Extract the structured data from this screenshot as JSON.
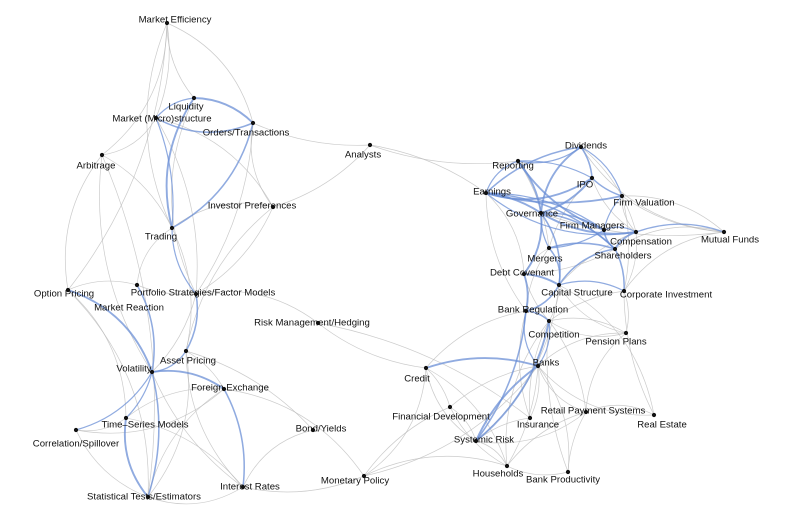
{
  "graph": {
    "nodes": [
      {
        "id": "me",
        "label": "Market Efficiency"
      },
      {
        "id": "liq",
        "label": "Liquidity"
      },
      {
        "id": "mms",
        "label": "Market (Micro)structure"
      },
      {
        "id": "ot",
        "label": "Orders/Transactions"
      },
      {
        "id": "arb",
        "label": "Arbitrage"
      },
      {
        "id": "ip",
        "label": "Investor Preferences"
      },
      {
        "id": "tr",
        "label": "Trading"
      },
      {
        "id": "op",
        "label": "Option Pricing"
      },
      {
        "id": "psfm",
        "label": "Portfolio Strategies/Factor Models"
      },
      {
        "id": "mr",
        "label": "Market Reaction"
      },
      {
        "id": "rmh",
        "label": "Risk Management/Hedging"
      },
      {
        "id": "ap",
        "label": "Asset Pricing"
      },
      {
        "id": "vol",
        "label": "Volatility"
      },
      {
        "id": "fx",
        "label": "Foreign Exchange"
      },
      {
        "id": "tsm",
        "label": "Time–Series Models"
      },
      {
        "id": "cs",
        "label": "Correlation/Spillover"
      },
      {
        "id": "by",
        "label": "Bond/Yields"
      },
      {
        "id": "ste",
        "label": "Statistical Tests/Estimators"
      },
      {
        "id": "ir",
        "label": "Interest Rates"
      },
      {
        "id": "mp",
        "label": "Monetary Policy"
      },
      {
        "id": "an",
        "label": "Analysts"
      },
      {
        "id": "cr",
        "label": "Credit"
      },
      {
        "id": "fd",
        "label": "Financial Development"
      },
      {
        "id": "sr",
        "label": "Systemic Risk"
      },
      {
        "id": "hh",
        "label": "Households"
      },
      {
        "id": "ins",
        "label": "Insurance"
      },
      {
        "id": "bp",
        "label": "Bank Productivity"
      },
      {
        "id": "rps",
        "label": "Retail Payment Systems"
      },
      {
        "id": "re",
        "label": "Real Estate"
      },
      {
        "id": "bk",
        "label": "Banks"
      },
      {
        "id": "pp",
        "label": "Pension Plans"
      },
      {
        "id": "comp",
        "label": "Competition"
      },
      {
        "id": "br",
        "label": "Bank Regulation"
      },
      {
        "id": "capst",
        "label": "Capital Structure"
      },
      {
        "id": "ci",
        "label": "Corporate Investment"
      },
      {
        "id": "dc",
        "label": "Debt Covenant"
      },
      {
        "id": "mrg",
        "label": "Mergers"
      },
      {
        "id": "sh",
        "label": "Shareholders"
      },
      {
        "id": "cmp",
        "label": "Compensation"
      },
      {
        "id": "mf",
        "label": "Mutual Funds"
      },
      {
        "id": "fm",
        "label": "Firm Managers"
      },
      {
        "id": "gov",
        "label": "Governance"
      },
      {
        "id": "fv",
        "label": "Firm Valuation"
      },
      {
        "id": "ipo",
        "label": "IPO"
      },
      {
        "id": "earn",
        "label": "Earnings"
      },
      {
        "id": "rep",
        "label": "Reporting"
      },
      {
        "id": "div",
        "label": "Dividends"
      }
    ],
    "edges_strong": [
      [
        "mms",
        "liq"
      ],
      [
        "mms",
        "ot"
      ],
      [
        "liq",
        "ot"
      ],
      [
        "mms",
        "tr"
      ],
      [
        "ot",
        "tr"
      ],
      [
        "liq",
        "tr"
      ],
      [
        "tr",
        "psfm"
      ],
      [
        "psfm",
        "ap"
      ],
      [
        "vol",
        "op"
      ],
      [
        "vol",
        "tsm"
      ],
      [
        "vol",
        "ste"
      ],
      [
        "vol",
        "fx"
      ],
      [
        "vol",
        "cs"
      ],
      [
        "fx",
        "ir"
      ],
      [
        "tsm",
        "ste"
      ],
      [
        "vol",
        "ap"
      ],
      [
        "vol",
        "mr"
      ],
      [
        "bk",
        "sr"
      ],
      [
        "bk",
        "br"
      ],
      [
        "br",
        "comp"
      ],
      [
        "bk",
        "cr"
      ],
      [
        "bk",
        "comp"
      ],
      [
        "br",
        "sr"
      ],
      [
        "sr",
        "comp"
      ],
      [
        "gov",
        "fm"
      ],
      [
        "gov",
        "sh"
      ],
      [
        "gov",
        "cmp"
      ],
      [
        "fm",
        "cmp"
      ],
      [
        "fm",
        "sh"
      ],
      [
        "sh",
        "cmp"
      ],
      [
        "earn",
        "rep"
      ],
      [
        "earn",
        "div"
      ],
      [
        "earn",
        "fv"
      ],
      [
        "rep",
        "div"
      ],
      [
        "ipo",
        "fv"
      ],
      [
        "gov",
        "earn"
      ],
      [
        "gov",
        "mrg"
      ],
      [
        "mrg",
        "sh"
      ],
      [
        "capst",
        "dc"
      ],
      [
        "capst",
        "ci"
      ],
      [
        "gov",
        "capst"
      ],
      [
        "earn",
        "ipo"
      ],
      [
        "rep",
        "ipo"
      ],
      [
        "div",
        "ipo"
      ],
      [
        "gov",
        "div"
      ],
      [
        "fm",
        "fv"
      ],
      [
        "sh",
        "ci"
      ],
      [
        "gov",
        "ipo"
      ],
      [
        "fm",
        "mrg"
      ],
      [
        "capst",
        "br"
      ],
      [
        "dc",
        "br"
      ],
      [
        "earn",
        "fm"
      ],
      [
        "earn",
        "sh"
      ],
      [
        "rep",
        "fm"
      ],
      [
        "div",
        "fv"
      ],
      [
        "sh",
        "capst"
      ],
      [
        "gov",
        "dc"
      ],
      [
        "cmp",
        "mf"
      ],
      [
        "mrg",
        "capst"
      ],
      [
        "rep",
        "gov"
      ],
      [
        "earn",
        "cmp"
      ]
    ],
    "edges_weak": [
      [
        "me",
        "mms"
      ],
      [
        "me",
        "arb"
      ],
      [
        "me",
        "ot"
      ],
      [
        "me",
        "tr"
      ],
      [
        "me",
        "liq"
      ],
      [
        "arb",
        "mms"
      ],
      [
        "arb",
        "tr"
      ],
      [
        "arb",
        "op"
      ],
      [
        "arb",
        "ste"
      ],
      [
        "tr",
        "ip"
      ],
      [
        "ip",
        "an"
      ],
      [
        "ot",
        "an"
      ],
      [
        "an",
        "earn"
      ],
      [
        "an",
        "rep"
      ],
      [
        "ip",
        "psfm"
      ],
      [
        "ip",
        "ap"
      ],
      [
        "ip",
        "mms"
      ],
      [
        "ot",
        "psfm"
      ],
      [
        "psfm",
        "mr"
      ],
      [
        "psfm",
        "rmh"
      ],
      [
        "psfm",
        "vol"
      ],
      [
        "mr",
        "op"
      ],
      [
        "mr",
        "tr"
      ],
      [
        "op",
        "tsm"
      ],
      [
        "op",
        "ste"
      ],
      [
        "ap",
        "fx"
      ],
      [
        "ap",
        "ir"
      ],
      [
        "ap",
        "ste"
      ],
      [
        "fx",
        "tsm"
      ],
      [
        "fx",
        "ste"
      ],
      [
        "fx",
        "mp"
      ],
      [
        "by",
        "ir"
      ],
      [
        "by",
        "ap"
      ],
      [
        "ir",
        "mp"
      ],
      [
        "ir",
        "ste"
      ],
      [
        "cs",
        "tsm"
      ],
      [
        "cs",
        "ste"
      ],
      [
        "cs",
        "fx"
      ],
      [
        "mp",
        "cr"
      ],
      [
        "mp",
        "bk"
      ],
      [
        "mp",
        "hh"
      ],
      [
        "mp",
        "fd"
      ],
      [
        "rmh",
        "cr"
      ],
      [
        "rmh",
        "ins"
      ],
      [
        "cr",
        "fd"
      ],
      [
        "cr",
        "sr"
      ],
      [
        "cr",
        "br"
      ],
      [
        "fd",
        "sr"
      ],
      [
        "fd",
        "bk"
      ],
      [
        "fd",
        "hh"
      ],
      [
        "sr",
        "hh"
      ],
      [
        "sr",
        "ins"
      ],
      [
        "hh",
        "bp"
      ],
      [
        "hh",
        "rps"
      ],
      [
        "bk",
        "bp"
      ],
      [
        "bk",
        "rps"
      ],
      [
        "bk",
        "ins"
      ],
      [
        "bk",
        "pp"
      ],
      [
        "bk",
        "re"
      ],
      [
        "bp",
        "comp"
      ],
      [
        "bp",
        "rps"
      ],
      [
        "rps",
        "pp"
      ],
      [
        "pp",
        "ci"
      ],
      [
        "pp",
        "comp"
      ],
      [
        "re",
        "ci"
      ],
      [
        "re",
        "capst"
      ],
      [
        "comp",
        "capst"
      ],
      [
        "comp",
        "ci"
      ],
      [
        "pp",
        "capst"
      ],
      [
        "ci",
        "mf"
      ],
      [
        "mf",
        "fv"
      ],
      [
        "mf",
        "gov"
      ],
      [
        "mf",
        "sh"
      ],
      [
        "dc",
        "comp"
      ],
      [
        "dc",
        "mrg"
      ],
      [
        "mrg",
        "br"
      ],
      [
        "rps",
        "comp"
      ],
      [
        "ins",
        "comp"
      ],
      [
        "re",
        "rps"
      ],
      [
        "ci",
        "fv"
      ],
      [
        "ci",
        "cmp"
      ],
      [
        "hh",
        "comp"
      ],
      [
        "sr",
        "capst"
      ],
      [
        "tr",
        "ap"
      ],
      [
        "mms",
        "psfm"
      ],
      [
        "arb",
        "vol"
      ],
      [
        "vol",
        "ir"
      ],
      [
        "tsm",
        "ir"
      ],
      [
        "ot",
        "ip"
      ],
      [
        "earn",
        "dc"
      ],
      [
        "rep",
        "mrg"
      ],
      [
        "div",
        "cmp"
      ],
      [
        "div",
        "mf"
      ],
      [
        "fv",
        "cmp"
      ],
      [
        "fv",
        "mf"
      ],
      [
        "ipo",
        "mrg"
      ],
      [
        "ipo",
        "cmp"
      ],
      [
        "earn",
        "br"
      ],
      [
        "dc",
        "sh"
      ],
      [
        "capst",
        "cmp"
      ],
      [
        "br",
        "ins"
      ],
      [
        "comp",
        "pp"
      ],
      [
        "sr",
        "rps"
      ],
      [
        "bk",
        "hh"
      ],
      [
        "cr",
        "hh"
      ],
      [
        "liq",
        "psfm"
      ],
      [
        "me",
        "op"
      ]
    ]
  }
}
